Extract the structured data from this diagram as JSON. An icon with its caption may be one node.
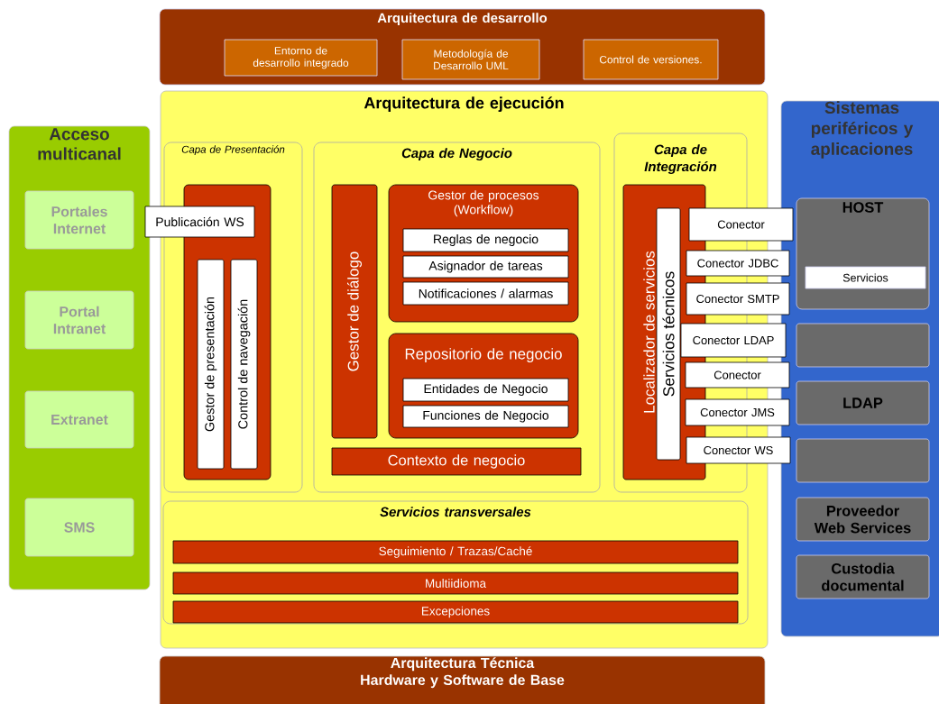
{
  "diagram": {
    "nodes": [
      {
        "text": [
          "Arquitectura de desarrollo"
        ]
      },
      {
        "text": [
          "Entorno de desarrollo integrado"
        ],
        "in": 0
      },
      {
        "text": [
          "Metodología de Desarrollo UML"
        ],
        "in": 0
      },
      {
        "text": [
          "Control de versiones."
        ],
        "in": 0
      },
      {
        "text": [
          "Arquitectura de ejecución"
        ]
      },
      {
        "text": [
          "Capa de Presentación"
        ],
        "in": 4
      },
      {
        "text": [],
        "shape": "box",
        "in": 5
      },
      {
        "text": [
          "Publicación WS"
        ]
      },
      {
        "text": [
          "Gestor de presentación"
        ],
        "in": 6
      },
      {
        "text": [
          "Control de navegación"
        ],
        "in": 6
      },
      {
        "text": [
          "Capa de Negocio"
        ],
        "in": 4
      },
      {
        "text": [
          "Gestor de diálogo"
        ],
        "in": 10
      },
      {
        "text": [
          "Gestor de procesos (Workflow)"
        ],
        "in": 10
      },
      {
        "text": [
          "Reglas de negocio"
        ],
        "in": 12
      },
      {
        "text": [
          "Asignador de tareas"
        ],
        "in": 12
      },
      {
        "text": [
          "Notificaciones / alarmas"
        ],
        "in": 12
      },
      {
        "text": [
          "Repositorio de negocio"
        ],
        "in": 10
      },
      {
        "text": [
          "Entidades de Negocio"
        ],
        "in": 16
      },
      {
        "text": [
          "Funciones de Negocio"
        ],
        "in": 16
      },
      {
        "text": [
          "Contexto de negocio"
        ],
        "in": 10
      },
      {
        "text": [
          "Capa de Integración"
        ],
        "in": 4
      },
      {
        "text": [
          "Localizador de servicios"
        ],
        "in": 20
      },
      {
        "text": [
          "Servicios técnicos"
        ],
        "in": 21
      },
      {
        "text": [
          "Conector"
        ]
      },
      {
        "text": [
          "Conector JDBC"
        ]
      },
      {
        "text": [
          "Conector SMTP"
        ]
      },
      {
        "text": [
          "Conector LDAP"
        ]
      },
      {
        "text": [
          "Conector"
        ]
      },
      {
        "text": [
          "Conector JMS"
        ]
      },
      {
        "text": [
          "Conector WS"
        ]
      },
      {
        "text": [
          "Servicios transversales"
        ],
        "in": 4
      },
      {
        "text": [
          "Seguimiento / Trazas/Caché"
        ],
        "in": 30
      },
      {
        "text": [
          "Multiidioma"
        ],
        "in": 30
      },
      {
        "text": [
          "Excepciones"
        ],
        "in": 30
      },
      {
        "text": [
          "Arquitectura Técnica",
          "Hardware y Software de Base"
        ]
      },
      {
        "text": [
          "Acceso multicanal"
        ]
      },
      {
        "text": [
          "Portales Internet"
        ],
        "in": 35
      },
      {
        "text": [
          "Portal Intranet"
        ],
        "in": 35
      },
      {
        "text": [
          "Extranet"
        ],
        "in": 35
      },
      {
        "text": [
          "SMS"
        ],
        "in": 35
      },
      {
        "text": [
          "Sistemas periféricos y aplicaciones"
        ]
      },
      {
        "text": [
          "HOST"
        ],
        "in": 40
      },
      {
        "text": [
          "Servicios"
        ],
        "in": 41
      },
      {
        "text": [],
        "shape": "box",
        "in": 40
      },
      {
        "text": [
          "LDAP"
        ],
        "in": 40
      },
      {
        "text": [],
        "shape": "box",
        "in": 40
      },
      {
        "text": [
          "Proveedor Web Services"
        ],
        "in": 40
      },
      {
        "text": [
          "Custodia documental"
        ],
        "in": 40
      }
    ]
  }
}
